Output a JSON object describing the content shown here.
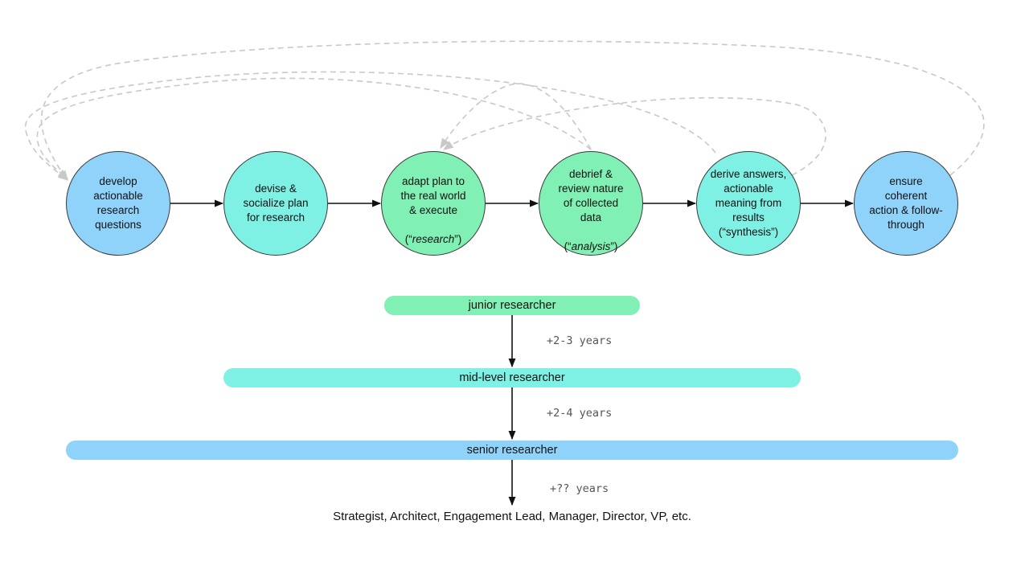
{
  "colors": {
    "blue": "#8fd3fb",
    "teal": "#7ff0e4",
    "green": "#80f0b4",
    "arrow": "#111111",
    "loop": "#c8c8c8"
  },
  "steps": [
    {
      "id": "develop",
      "label": "develop\nactionable\nresearch\nquestions",
      "color": "blue"
    },
    {
      "id": "devise",
      "label": "devise &\nsocialize plan\nfor research",
      "color": "teal"
    },
    {
      "id": "adapt",
      "label": "adapt plan to\nthe real world\n& execute",
      "tag": "research",
      "color": "green"
    },
    {
      "id": "debrief",
      "label": "debrief &\nreview nature\nof collected\ndata",
      "tag": "analysis",
      "color": "green"
    },
    {
      "id": "derive",
      "label": "derive answers,\nactionable\nmeaning from\nresults\n(“synthesis”)",
      "color": "teal"
    },
    {
      "id": "ensure",
      "label": "ensure\ncoherent\naction & follow-\nthrough",
      "color": "blue"
    }
  ],
  "feedback_loops": [
    {
      "from": "debrief",
      "to": "adapt"
    },
    {
      "from": "derive",
      "to": "adapt"
    },
    {
      "from": "debrief",
      "to": "develop"
    },
    {
      "from": "derive",
      "to": "develop"
    },
    {
      "from": "ensure",
      "to": "develop"
    }
  ],
  "levels": [
    {
      "id": "junior",
      "label": "junior researcher",
      "color": "green"
    },
    {
      "id": "mid",
      "label": "mid-level researcher",
      "color": "teal"
    },
    {
      "id": "senior",
      "label": "senior researcher",
      "color": "blue"
    }
  ],
  "transitions": [
    "+2-3 years",
    "+2-4 years",
    "+?? years"
  ],
  "next_roles": "Strategist, Architect, Engagement Lead, Manager, Director, VP, etc."
}
